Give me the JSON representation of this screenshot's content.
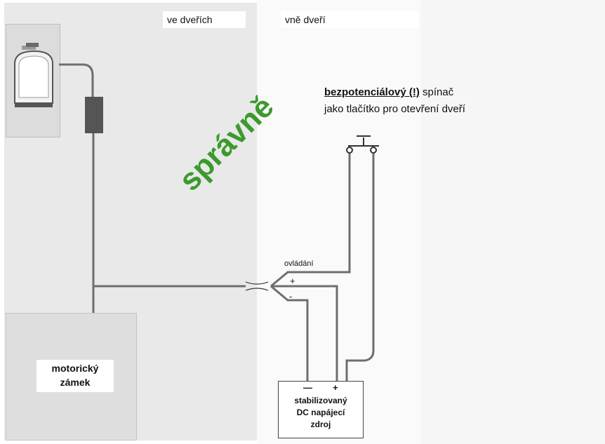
{
  "labels": {
    "inside_door": "ve dveřích",
    "outside_door": "vně dveří",
    "stamp": "správně",
    "switch_bold": "bezpotenciálový (!)",
    "switch_rest1": " spínač",
    "switch_line2": "jako tlačítko pro otevření dveří",
    "control": "ovládání",
    "plus": "+",
    "minus": "-",
    "motor_line1": "motorický",
    "motor_line2": "zámek",
    "psu_line1": "stabilizovaný",
    "psu_line2": "DC napájecí",
    "psu_line3": "zdroj",
    "psu_minus": "—",
    "psu_plus": "+"
  },
  "colors": {
    "stamp": "#3c9a2c",
    "wire": "#6e6e6e",
    "connector": "#555555"
  }
}
